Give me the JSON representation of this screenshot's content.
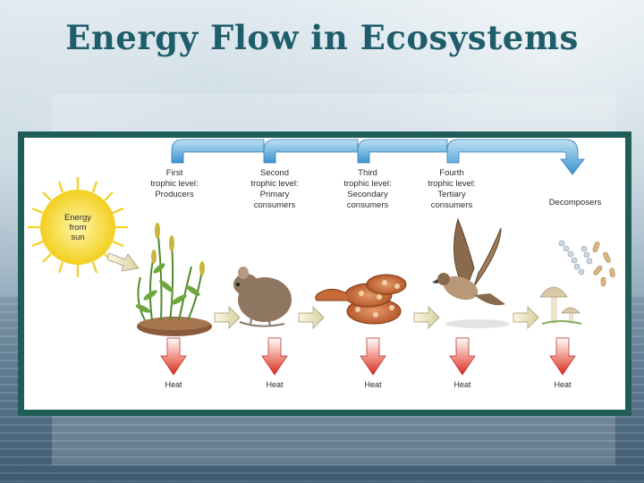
{
  "slide": {
    "title": "Energy Flow in Ecosystems"
  },
  "diagram": {
    "sun_label": "Energy\nfrom\nsun",
    "levels": [
      {
        "label": "First\ntrophic level:\nProducers"
      },
      {
        "label": "Second\ntrophic level:\nPrimary\nconsumers"
      },
      {
        "label": "Third\ntrophic level:\nSecondary\nconsumers"
      },
      {
        "label": "Fourth\ntrophic level:\nTertiary\nconsumers"
      },
      {
        "label": "Decomposers"
      }
    ],
    "heat_labels": [
      "Heat",
      "Heat",
      "Heat",
      "Heat",
      "Heat"
    ]
  },
  "colors": {
    "title": "#1f5d6b",
    "frame": "#1f5d58",
    "blue_arrow": "#4aa3d8",
    "heat_arrow": "#d9342b",
    "flow_arrow": "#e8e0b8",
    "sun": "#f6d93a"
  },
  "icons": [
    "sun-icon",
    "plant-icon",
    "mouse-icon",
    "snake-icon",
    "hawk-icon",
    "mushroom-icon",
    "bacteria-icon"
  ]
}
